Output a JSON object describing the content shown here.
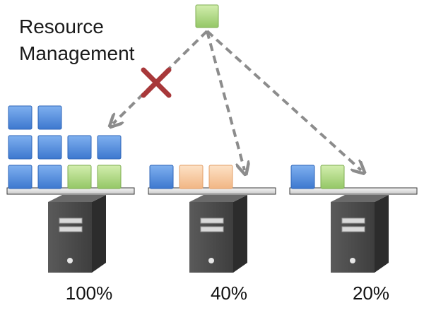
{
  "title": {
    "line1": "Resource",
    "line2": "Management"
  },
  "servers": [
    {
      "load_label": "100%",
      "load_percent": 100,
      "tasks_per_row": [
        [
          "blue",
          "blue"
        ],
        [
          "blue",
          "blue",
          "blue",
          "blue"
        ],
        [
          "blue",
          "blue",
          "green",
          "green"
        ]
      ]
    },
    {
      "load_label": "40%",
      "load_percent": 40,
      "tasks_per_row": [
        [
          "blue",
          "orange",
          "orange"
        ]
      ]
    },
    {
      "load_label": "20%",
      "load_percent": 20,
      "tasks_per_row": [
        [
          "blue",
          "green"
        ]
      ]
    }
  ],
  "incoming_task": {
    "color": "green"
  },
  "assignments": [
    {
      "target": "server-1",
      "allowed": false
    },
    {
      "target": "server-2",
      "allowed": true
    },
    {
      "target": "server-3",
      "allowed": true
    }
  ],
  "colors": {
    "blue_task": "#4a86d6",
    "green_task": "#a4d27a",
    "orange_task": "#f4c49a",
    "arrow": "#8c8c8c",
    "reject_mark": "#a8383a",
    "server_body": "#4d4d4d",
    "shelf": "#e6e6e6"
  }
}
